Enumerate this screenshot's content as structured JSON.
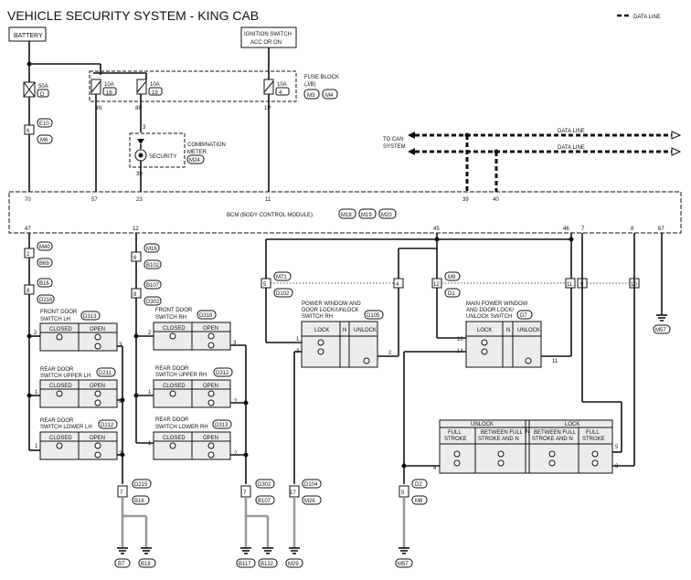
{
  "title": "VEHICLE SECURITY SYSTEM - KING CAB",
  "legend_label": "DATA LINE",
  "battery": "BATTERY",
  "ignition": [
    "IGNITION SWITCH",
    "ACC OR ON"
  ],
  "fuse_main": {
    "amp": "50A",
    "id": "D"
  },
  "fuses": [
    {
      "amp": "10A",
      "id": "16",
      "pin": "4N"
    },
    {
      "amp": "10A",
      "id": "19",
      "pin": "8P"
    },
    {
      "amp": "10A",
      "id": "4",
      "pin": "1P"
    }
  ],
  "fuse_block": {
    "label": [
      "FUSE BLOCK",
      "(J/B)"
    ],
    "connectors": [
      "M3",
      "M4"
    ]
  },
  "combo_meter": {
    "label": [
      "COMBINATION",
      "METER"
    ],
    "conn": "M24",
    "lamp": "SECURITY",
    "pin_top": "3",
    "pin_bottom": "39"
  },
  "left_connectors": {
    "upper": "E10",
    "lower": "M6",
    "pin": "6"
  },
  "to_can": [
    "TO CAN",
    "SYSTEM"
  ],
  "data_lines": [
    "DATA LINE",
    "DATA LINE"
  ],
  "bcm": {
    "label": "BCM (BODY CONTROL MODULE)",
    "conns": [
      "M18",
      "M19",
      "M20"
    ],
    "top_pins": [
      "70",
      "57",
      "23",
      "11",
      "39",
      "40"
    ],
    "bottom_pins": [
      "47",
      "12",
      "45",
      "46",
      "7",
      "8",
      "67"
    ]
  },
  "harness_left": {
    "c1": "M40",
    "c2": "B69",
    "c3": "B16",
    "c4": "D216",
    "pin1": "2",
    "pin2": "8"
  },
  "harness_right": {
    "c1": "M16",
    "c2": "B102",
    "c3": "B107",
    "c4": "D302",
    "pin1": "6",
    "pin2": "8"
  },
  "front_door_lh": {
    "label": [
      "FRONT DOOR",
      "SWITCH LH"
    ],
    "conn": "D313"
  },
  "front_door_rh": {
    "label": [
      "FRONT DOOR",
      "SWITCH RH"
    ],
    "conn": "D316"
  },
  "rear_upper_lh": {
    "label": [
      "REAR DOOR",
      "SWITCH UPPER LH"
    ],
    "conn": "D211"
  },
  "rear_upper_rh": {
    "label": [
      "REAR DOOR",
      "SWITCH UPPER RH"
    ],
    "conn": "D312"
  },
  "rear_lower_lh": {
    "label": [
      "REAR DOOR",
      "SWITCH LOWER LH"
    ],
    "conn": "D212"
  },
  "rear_lower_rh": {
    "label": [
      "REAR DOOR",
      "SWITCH LOWER RH"
    ],
    "conn": "D313"
  },
  "switch_cols": [
    "CLOSED",
    "OPEN"
  ],
  "pw_rh": {
    "label": [
      "POWER WINDOW AND",
      "DOOR LOCK/UNLOCK",
      "SWITCH RH"
    ],
    "conn": "D105",
    "cols": [
      "LOCK",
      "N",
      "UNLOCK"
    ],
    "pins": [
      "1",
      "3",
      "2"
    ]
  },
  "pw_main": {
    "label": [
      "MAIN POWER WINDOW",
      "AND DOOR LOCK/",
      "UNLOCK SWITCH"
    ],
    "conn": "D7",
    "cols": [
      "LOCK",
      "N",
      "UNLOCK"
    ],
    "pins": [
      "10",
      "14",
      "11"
    ]
  },
  "mid_connectors": {
    "m71": "M71",
    "d102": "D102",
    "m9": "M9",
    "d1": "D1"
  },
  "mid_pins": [
    "5",
    "4",
    "12",
    "11",
    "9",
    "10"
  ],
  "key_cyl": {
    "groups": [
      "UNLOCK",
      "LOCK"
    ],
    "cols": [
      "FULL STROKE",
      "BETWEEN FULL STROKE AND N",
      "N",
      "BETWEEN FULL STROKE AND N",
      "FULL STROKE"
    ],
    "pins": [
      "4",
      "5",
      "3"
    ]
  },
  "bottom_conns": {
    "a": {
      "c1": "D215",
      "c2": "B16",
      "pin": "7"
    },
    "b": {
      "c1": "D302",
      "c2": "B107",
      "pin": "7"
    },
    "c": {
      "c1": "D104",
      "c2": "M26",
      "pin": "17"
    },
    "d": {
      "c1": "D2",
      "c2": "M8",
      "pin": "5"
    }
  },
  "grounds": [
    "B7",
    "B18",
    "B117",
    "B132",
    "M29",
    "M57",
    "M57"
  ]
}
